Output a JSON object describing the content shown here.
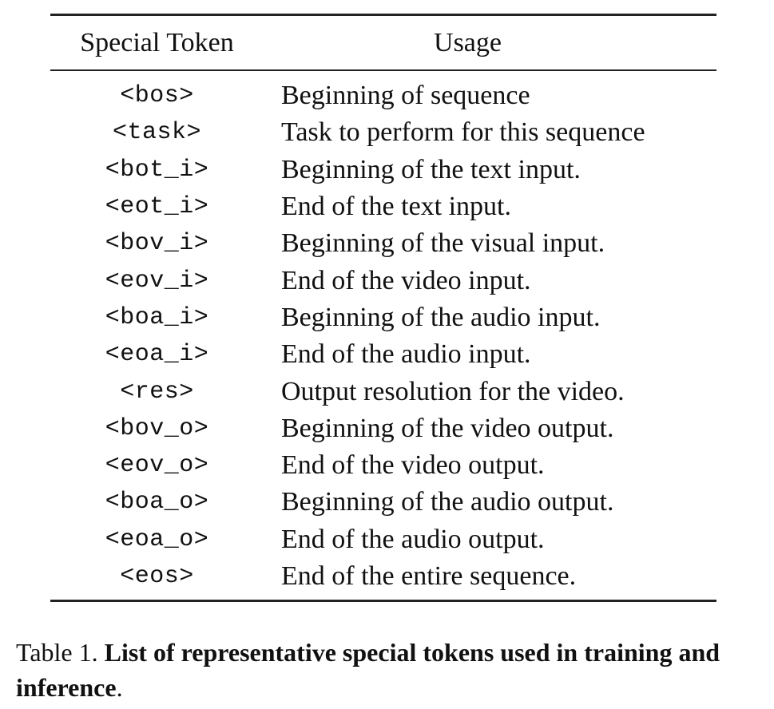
{
  "table": {
    "headers": {
      "token": "Special Token",
      "usage": "Usage"
    },
    "rows": [
      {
        "token": "<bos>",
        "usage": "Beginning of sequence"
      },
      {
        "token": "<task>",
        "usage": "Task to perform for this sequence"
      },
      {
        "token": "<bot_i>",
        "usage": "Beginning of the text input."
      },
      {
        "token": "<eot_i>",
        "usage": "End of the text input."
      },
      {
        "token": "<bov_i>",
        "usage": "Beginning of the visual input."
      },
      {
        "token": "<eov_i>",
        "usage": "End of the video input."
      },
      {
        "token": "<boa_i>",
        "usage": "Beginning of the audio input."
      },
      {
        "token": "<eoa_i>",
        "usage": "End of the audio input."
      },
      {
        "token": "<res>",
        "usage": "Output resolution for the video."
      },
      {
        "token": "<bov_o>",
        "usage": "Beginning of the video output."
      },
      {
        "token": "<eov_o>",
        "usage": "End of the video output."
      },
      {
        "token": "<boa_o>",
        "usage": "Beginning of the audio output."
      },
      {
        "token": "<eoa_o>",
        "usage": "End of the audio output."
      },
      {
        "token": "<eos>",
        "usage": "End of the entire sequence."
      }
    ]
  },
  "caption": {
    "label": "Table 1.",
    "bold_text": "List of representative special tokens used in training and inference",
    "end": "."
  }
}
